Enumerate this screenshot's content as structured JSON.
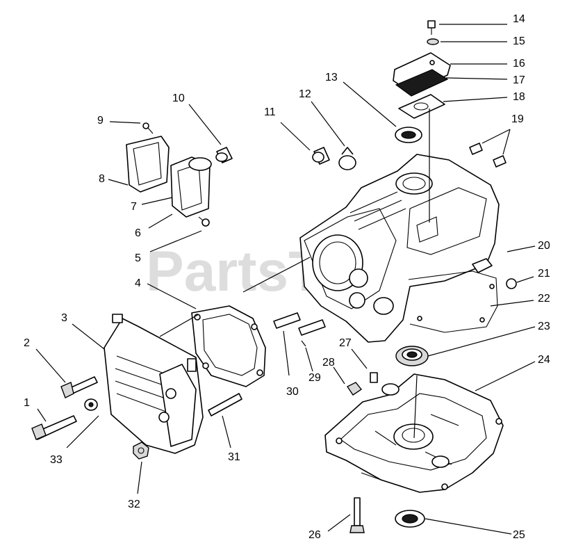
{
  "watermark": "PartsTree",
  "callouts": {
    "c1": "1",
    "c2": "2",
    "c3": "3",
    "c4": "4",
    "c5": "5",
    "c6": "6",
    "c7": "7",
    "c8": "8",
    "c9": "9",
    "c10": "10",
    "c11": "11",
    "c12": "12",
    "c13": "13",
    "c14": "14",
    "c15": "15",
    "c16": "16",
    "c17": "17",
    "c18": "18",
    "c19": "19",
    "c20": "20",
    "c21": "21",
    "c22": "22",
    "c23": "23",
    "c24": "24",
    "c25": "25",
    "c26": "26",
    "c27": "27",
    "c28": "28",
    "c29": "29",
    "c30": "30",
    "c31": "31",
    "c32": "32",
    "c33": "33"
  }
}
